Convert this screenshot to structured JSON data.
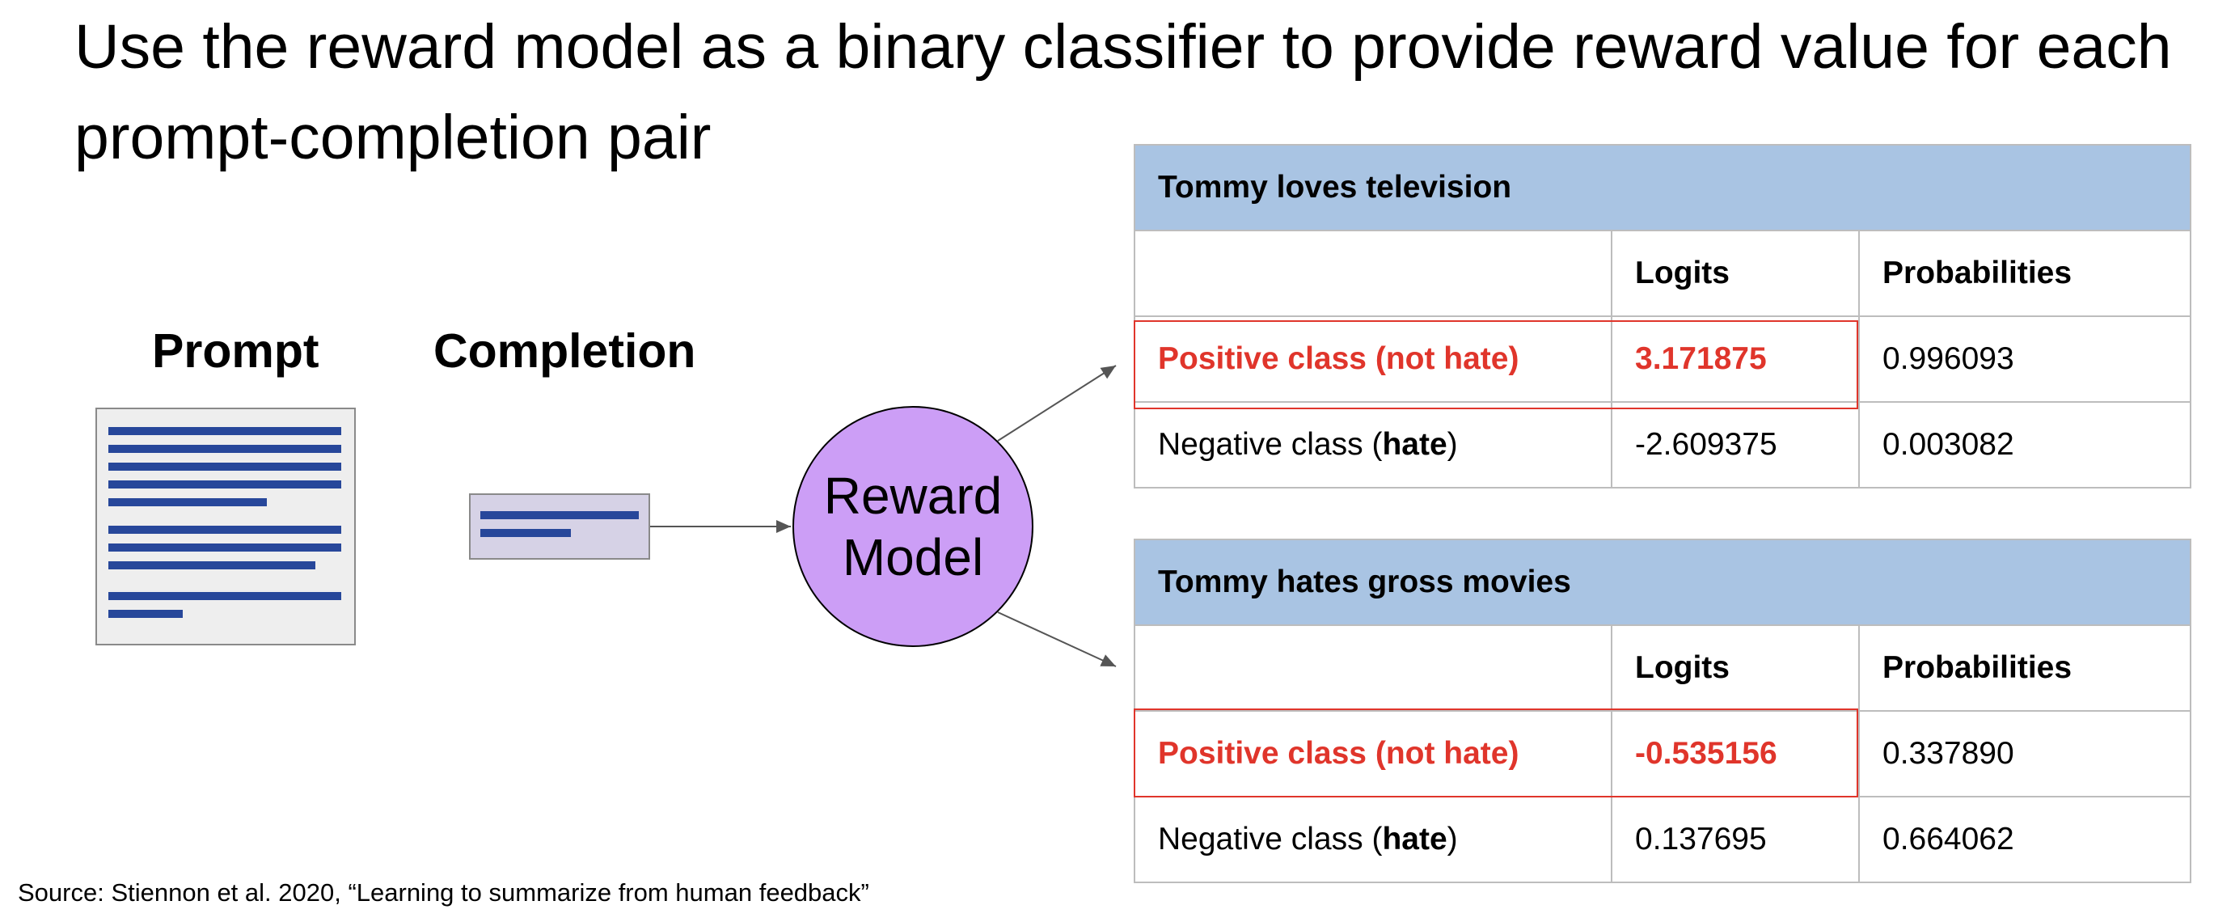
{
  "title": "Use the reward model as a binary classifier to provide reward value for each prompt-completion pair",
  "labels": {
    "prompt": "Prompt",
    "completion": "Completion",
    "reward_model": "Reward\nModel"
  },
  "tables": [
    {
      "title": "Tommy loves television",
      "col_logits": "Logits",
      "col_probabilities": "Probabilities",
      "rows": [
        {
          "label": "Positive class (not hate)",
          "logit": "3.171875",
          "probability": "0.996093"
        },
        {
          "label_prefix": "Negative class (",
          "label_bold": "hate",
          "label_suffix": ")",
          "logit": "-2.609375",
          "probability": "0.003082"
        }
      ]
    },
    {
      "title": "Tommy hates gross movies",
      "col_logits": "Logits",
      "col_probabilities": "Probabilities",
      "rows": [
        {
          "label": "Positive class (not hate)",
          "logit": "-0.535156",
          "probability": "0.337890"
        },
        {
          "label_prefix": "Negative class (",
          "label_bold": "hate",
          "label_suffix": ")",
          "logit": "0.137695",
          "probability": "0.664062"
        }
      ]
    }
  ],
  "source": "Source: Stiennon et al. 2020, “Learning to summarize from human feedback”",
  "colors": {
    "table_header": "#a9c4e3",
    "highlight": "#e0352b",
    "reward_model_fill": "#cc9ef6",
    "document_lines": "#27479a"
  }
}
